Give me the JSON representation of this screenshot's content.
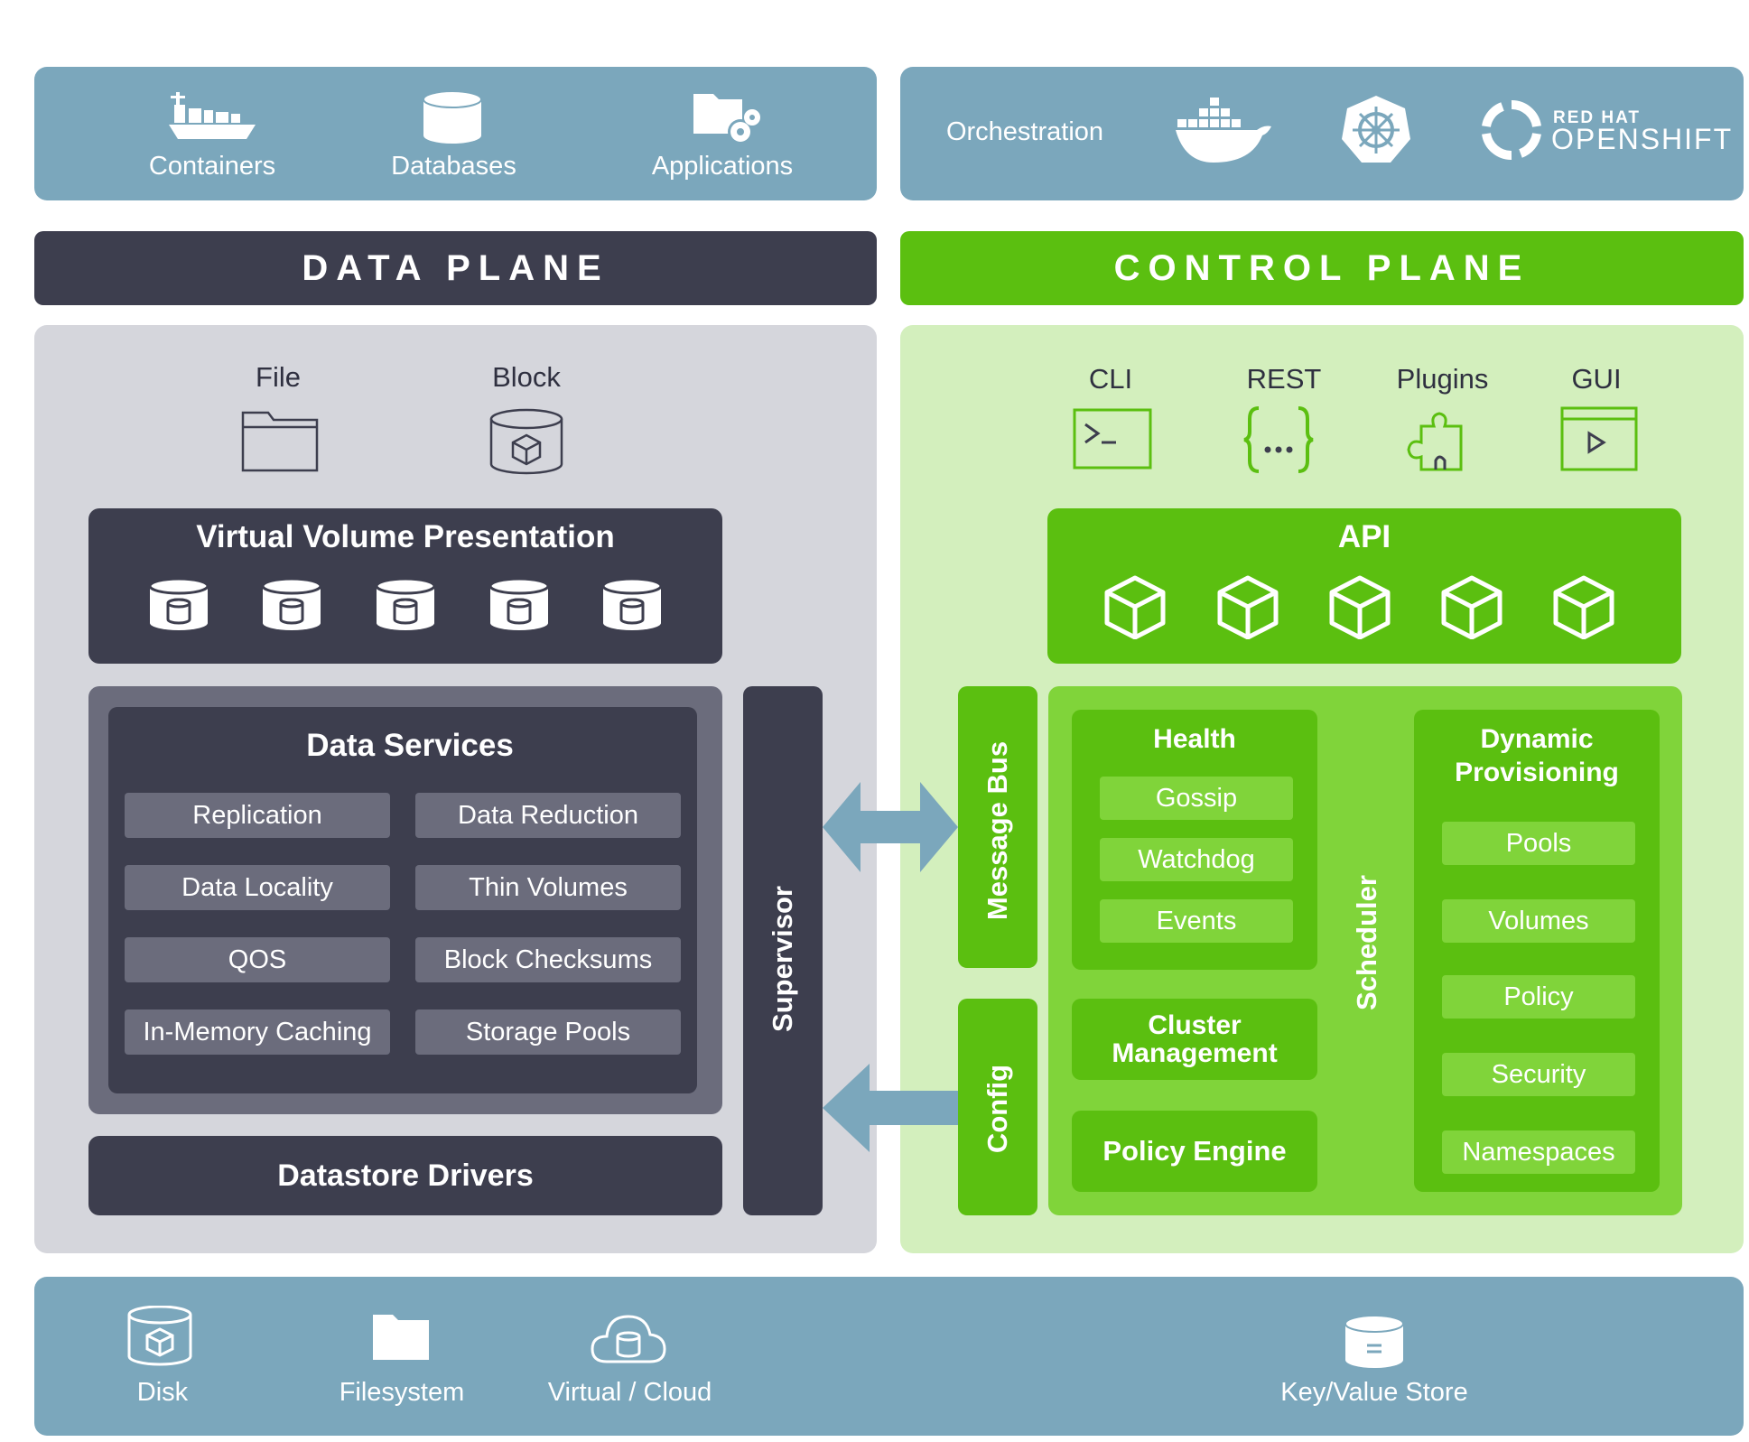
{
  "top_left": {
    "items": [
      {
        "label": "Containers",
        "icon": "ship-icon"
      },
      {
        "label": "Databases",
        "icon": "database-icon"
      },
      {
        "label": "Applications",
        "icon": "folder-gears-icon"
      }
    ]
  },
  "top_right": {
    "orchestration_label": "Orchestration",
    "redhat_line1": "RED HAT",
    "redhat_line2": "OPENSHIFT"
  },
  "data_plane": {
    "banner": "DATA PLANE",
    "file_label": "File",
    "block_label": "Block",
    "virtual_volume_title": "Virtual Volume Presentation",
    "data_services_title": "Data Services",
    "services": [
      "Replication",
      "Data Reduction",
      "Data Locality",
      "Thin Volumes",
      "QOS",
      "Block Checksums",
      "In-Memory Caching",
      "Storage Pools"
    ],
    "datastore_drivers": "Datastore Drivers",
    "supervisor": "Supervisor"
  },
  "control_plane": {
    "banner": "CONTROL PLANE",
    "interfaces": [
      "CLI",
      "REST",
      "Plugins",
      "GUI"
    ],
    "api_title": "API",
    "message_bus": "Message Bus",
    "config": "Config",
    "health_title": "Health",
    "health_items": [
      "Gossip",
      "Watchdog",
      "Events"
    ],
    "cluster_management": "Cluster Management",
    "policy_engine": "Policy Engine",
    "scheduler": "Scheduler",
    "dynamic_title": "Dynamic Provisioning",
    "dynamic_items": [
      "Pools",
      "Volumes",
      "Policy",
      "Security",
      "Namespaces"
    ]
  },
  "bottom": {
    "items": [
      {
        "label": "Disk",
        "icon": "disk-icon"
      },
      {
        "label": "Filesystem",
        "icon": "folder-icon"
      },
      {
        "label": "Virtual / Cloud",
        "icon": "cloud-icon"
      },
      {
        "label": "Key/Value Store",
        "icon": "key-value-store-icon"
      }
    ]
  },
  "colors": {
    "blue": "#7ba7bc",
    "dark": "#3d3e4e",
    "green": "#5bbf10",
    "light_gray": "#d5d6dc",
    "light_green": "#d3efbd"
  }
}
